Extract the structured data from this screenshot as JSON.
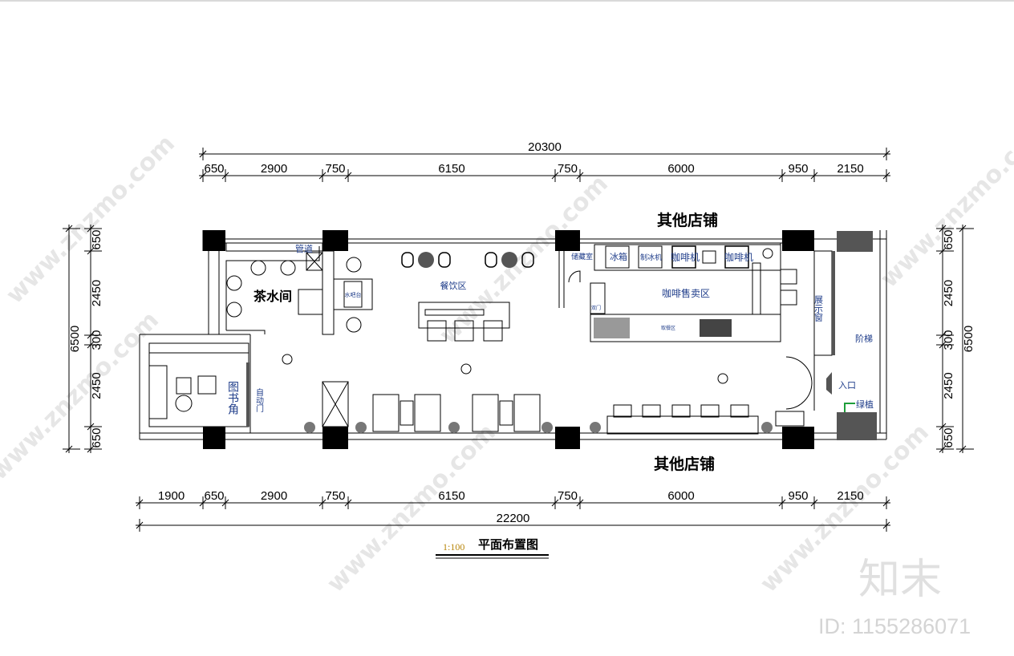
{
  "drawing": {
    "title": "平面布置图",
    "scale": "1:100",
    "neighbor_top": "其他店铺",
    "neighbor_bottom": "其他店铺"
  },
  "dimensions": {
    "top_total": "20300",
    "top_segments": [
      "650",
      "2900",
      "750",
      "6150",
      "750",
      "6000",
      "950",
      "2150"
    ],
    "bottom_total": "22200",
    "bottom_segments": [
      "1900",
      "650",
      "2900",
      "750",
      "6150",
      "750",
      "6000",
      "950",
      "2150"
    ],
    "left_total": "6500",
    "left_segments": [
      "650",
      "2450",
      "300",
      "2450",
      "650"
    ],
    "right_total": "6500",
    "right_segments": [
      "650",
      "2450",
      "300",
      "2450",
      "650"
    ]
  },
  "rooms": {
    "tea_room": "茶水间",
    "pipe": "管道",
    "water_bar": "水吧台",
    "dining": "餐饮区",
    "coffee_sales": "咖啡售卖区",
    "storage": "储藏室",
    "fridge": "冰箱",
    "ice_maker": "制冰机",
    "coffee_machine_1": "咖啡机",
    "coffee_machine_2": "咖啡机",
    "pickup": "取餐区",
    "double_door": "双门",
    "display_window": "展示窗",
    "stairs": "阶梯",
    "entrance": "入口",
    "greenery": "绿植",
    "reading_corner": "图书角",
    "auto_door": "自动门"
  },
  "watermark": {
    "site": "www.znzmo.com",
    "logo": "知末",
    "id": "ID: 1155286071"
  }
}
